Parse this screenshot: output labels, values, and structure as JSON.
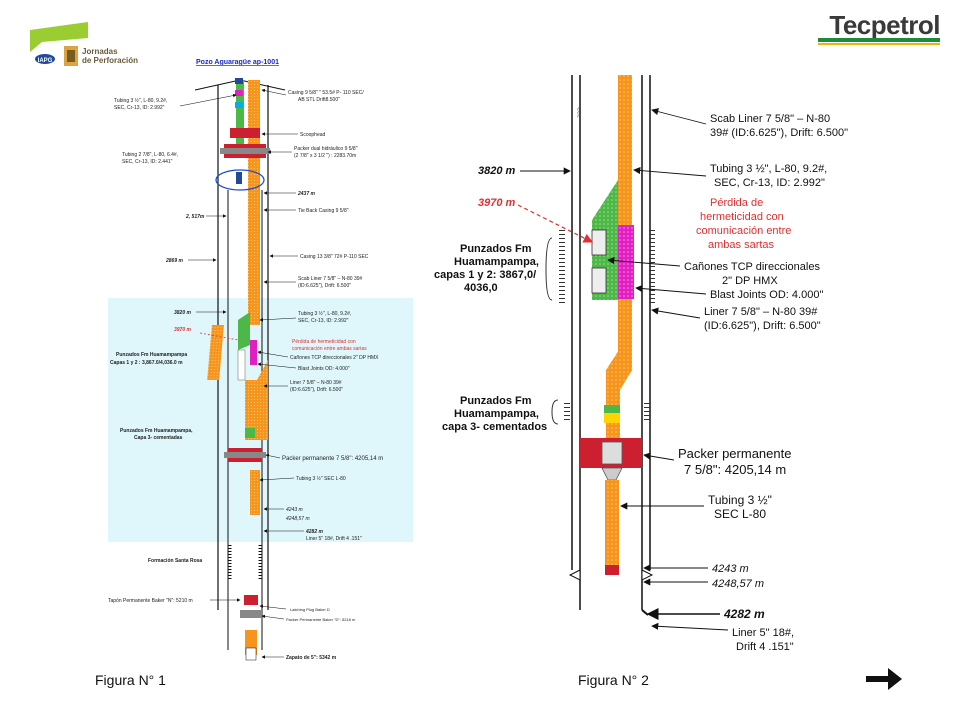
{
  "header": {
    "brand": "Tecpetrol",
    "event_logo_line1": "Jornadas",
    "event_logo_line2": "de Perforación",
    "org_badge": "IAPG"
  },
  "fig1": {
    "title": "Pozo Aguaragüe ap-1001",
    "labels": {
      "casing958": "Casing 9 5/8\" \" 53.5# P- 110 SEC/",
      "casing958b": "AB STL Drift8.500\"",
      "tubing312": "Tubing 3 ½\", L-80, 9.2#,",
      "tubing312b": "SEC, Cr-13, ID: 2.992\"",
      "scoophead": "Scoophead",
      "packer_dual": "Packer dual hidráulico 9 5/8\"",
      "packer_dualb": "(2 7/8\" x 3 1/2 \") : 2283.70m",
      "tubing278": "Tubing 2 7/8\", L-80, 6.4#,",
      "tubing278b": "SEC, Cr-13, ID: 2.441\"",
      "d2437": "2437 m",
      "d2517": "2, 517m",
      "tieback": "Tie Back Casing 9 5/8\"",
      "casing1338": "Casing 13 3/8\" 72# P-110 SEC",
      "d2869": "2869  m",
      "scab": "Scab Liner 7 5/8\" – N-80 39#",
      "scabb": "(ID:6.625\"), Drift: 6.500\"",
      "d3820": "3820 m",
      "d3970": "3970 m",
      "tubing312c": "Tubing 3 ½\", L-80, 9.2#,",
      "tubing312d": "SEC, Cr-13, ID: 2.992\"",
      "perdida": "Pérdida de hermeticidad con",
      "perdidab": "comunicación entre ambas sartas",
      "punzados": "Punzados Fm  Huamampampa",
      "punzadosb": "Capas 1 y 2   : 3,867.0/4,036.0 m",
      "canones": "Cañones TCP direccionales 2\" DP HMX",
      "blast": "Blast Joints OD: 4.000\"",
      "liner758": "Liner 7 5/8\" – N-80 39#",
      "liner758b": "(ID:6.625\"), Drift: 6.500\"",
      "punz3": "Punzados Fm Huamampampa,",
      "punz3b": "Capa 3- cementadas",
      "packer_perm": "Packer permanente 7 5/8\": 4205,14 m",
      "tubingsec": "Tubing 3 ½\" SEC L-80",
      "d4243": "4243 m",
      "d4248": "4248,57 m",
      "d4282": "4282 m",
      "liner5": "Liner 5\" 18#, Drift 4 .151\"",
      "santarosa": "Formación Santa Rosa",
      "tapon": "Tapón Permanente Baker \"N\": 5210 m",
      "latching": "Latching Plug Baker D",
      "packerD": "Packer Permanente Baker \"D\": 5218 m",
      "zapato": "Zapato de 5\": 5342 m"
    }
  },
  "fig2": {
    "labels": {
      "scab1": "Scab Liner 7 5/8\" – N-80",
      "scab2": "39# (ID:6.625\"), Drift: 6.500\"",
      "d3820": "3820 m",
      "tub1": "Tubing 3 ½\", L-80, 9.2#,",
      "tub2": "SEC, Cr-13, ID: 2.992\"",
      "d3970": "3970 m",
      "perd1": "Pérdida de",
      "perd2": "hermeticidad con",
      "perd3": "comunicación entre",
      "perd4": "ambas sartas",
      "punz1": "Punzados Fm",
      "punz2": "Huamampampa,",
      "punz3": "capas 1 y 2: 3867,0/",
      "punz4": "4036,0",
      "can1": "Cañones TCP direccionales",
      "can2": "2\" DP HMX",
      "blast": "Blast Joints OD: 4.000\"",
      "lin1": "Liner 7 5/8\" – N-80 39#",
      "lin2": "(ID:6.625\"), Drift: 6.500\"",
      "pz31": "Punzados Fm",
      "pz32": "Huamampampa,",
      "pz33": "capa 3- cementados",
      "pk1": "Packer permanente",
      "pk2": "7 5/8\": 4205,14 m",
      "ts1": "Tubing 3 ½\"",
      "ts2": "SEC L-80",
      "d4243": "4243 m",
      "d4248": "4248,57 m",
      "d4282": "4282 m",
      "ln1": "Liner 5\" 18#,",
      "ln2": "Drift 4 .151\""
    }
  },
  "captions": {
    "fig1": "Figura N° 1",
    "fig2": "Figura N° 2"
  },
  "colors": {
    "orange": "#f7941d",
    "green": "#4cb848",
    "magenta": "#e020c0",
    "red": "#cc2030",
    "cyan_bg": "#dff7fb",
    "arrow_red": "#e03030",
    "brand_green": "#1e8a3c"
  }
}
